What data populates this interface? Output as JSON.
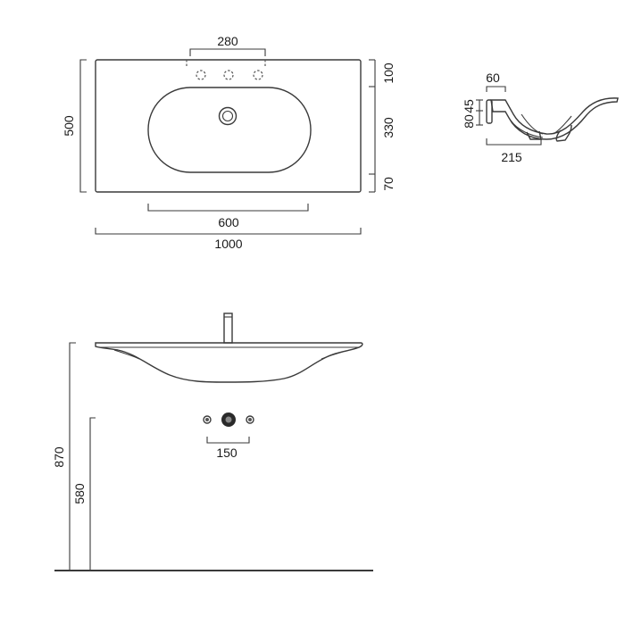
{
  "top_view": {
    "dims": {
      "tap_spacing": "280",
      "depth": "500",
      "back_segment": "100",
      "bowl_segment": "330",
      "front_segment": "70",
      "bowl_width": "600",
      "total_width": "1000"
    }
  },
  "section_view": {
    "dims": {
      "top_width": "60",
      "rim_height": "45",
      "wall_height": "80",
      "bottom_width": "215"
    }
  },
  "front_view": {
    "dims": {
      "total_height": "870",
      "drain_height": "580",
      "valve_spacing": "150"
    }
  },
  "colors": {
    "line": "#3a3a3a",
    "text": "#1a1a1a",
    "background": "#ffffff"
  }
}
